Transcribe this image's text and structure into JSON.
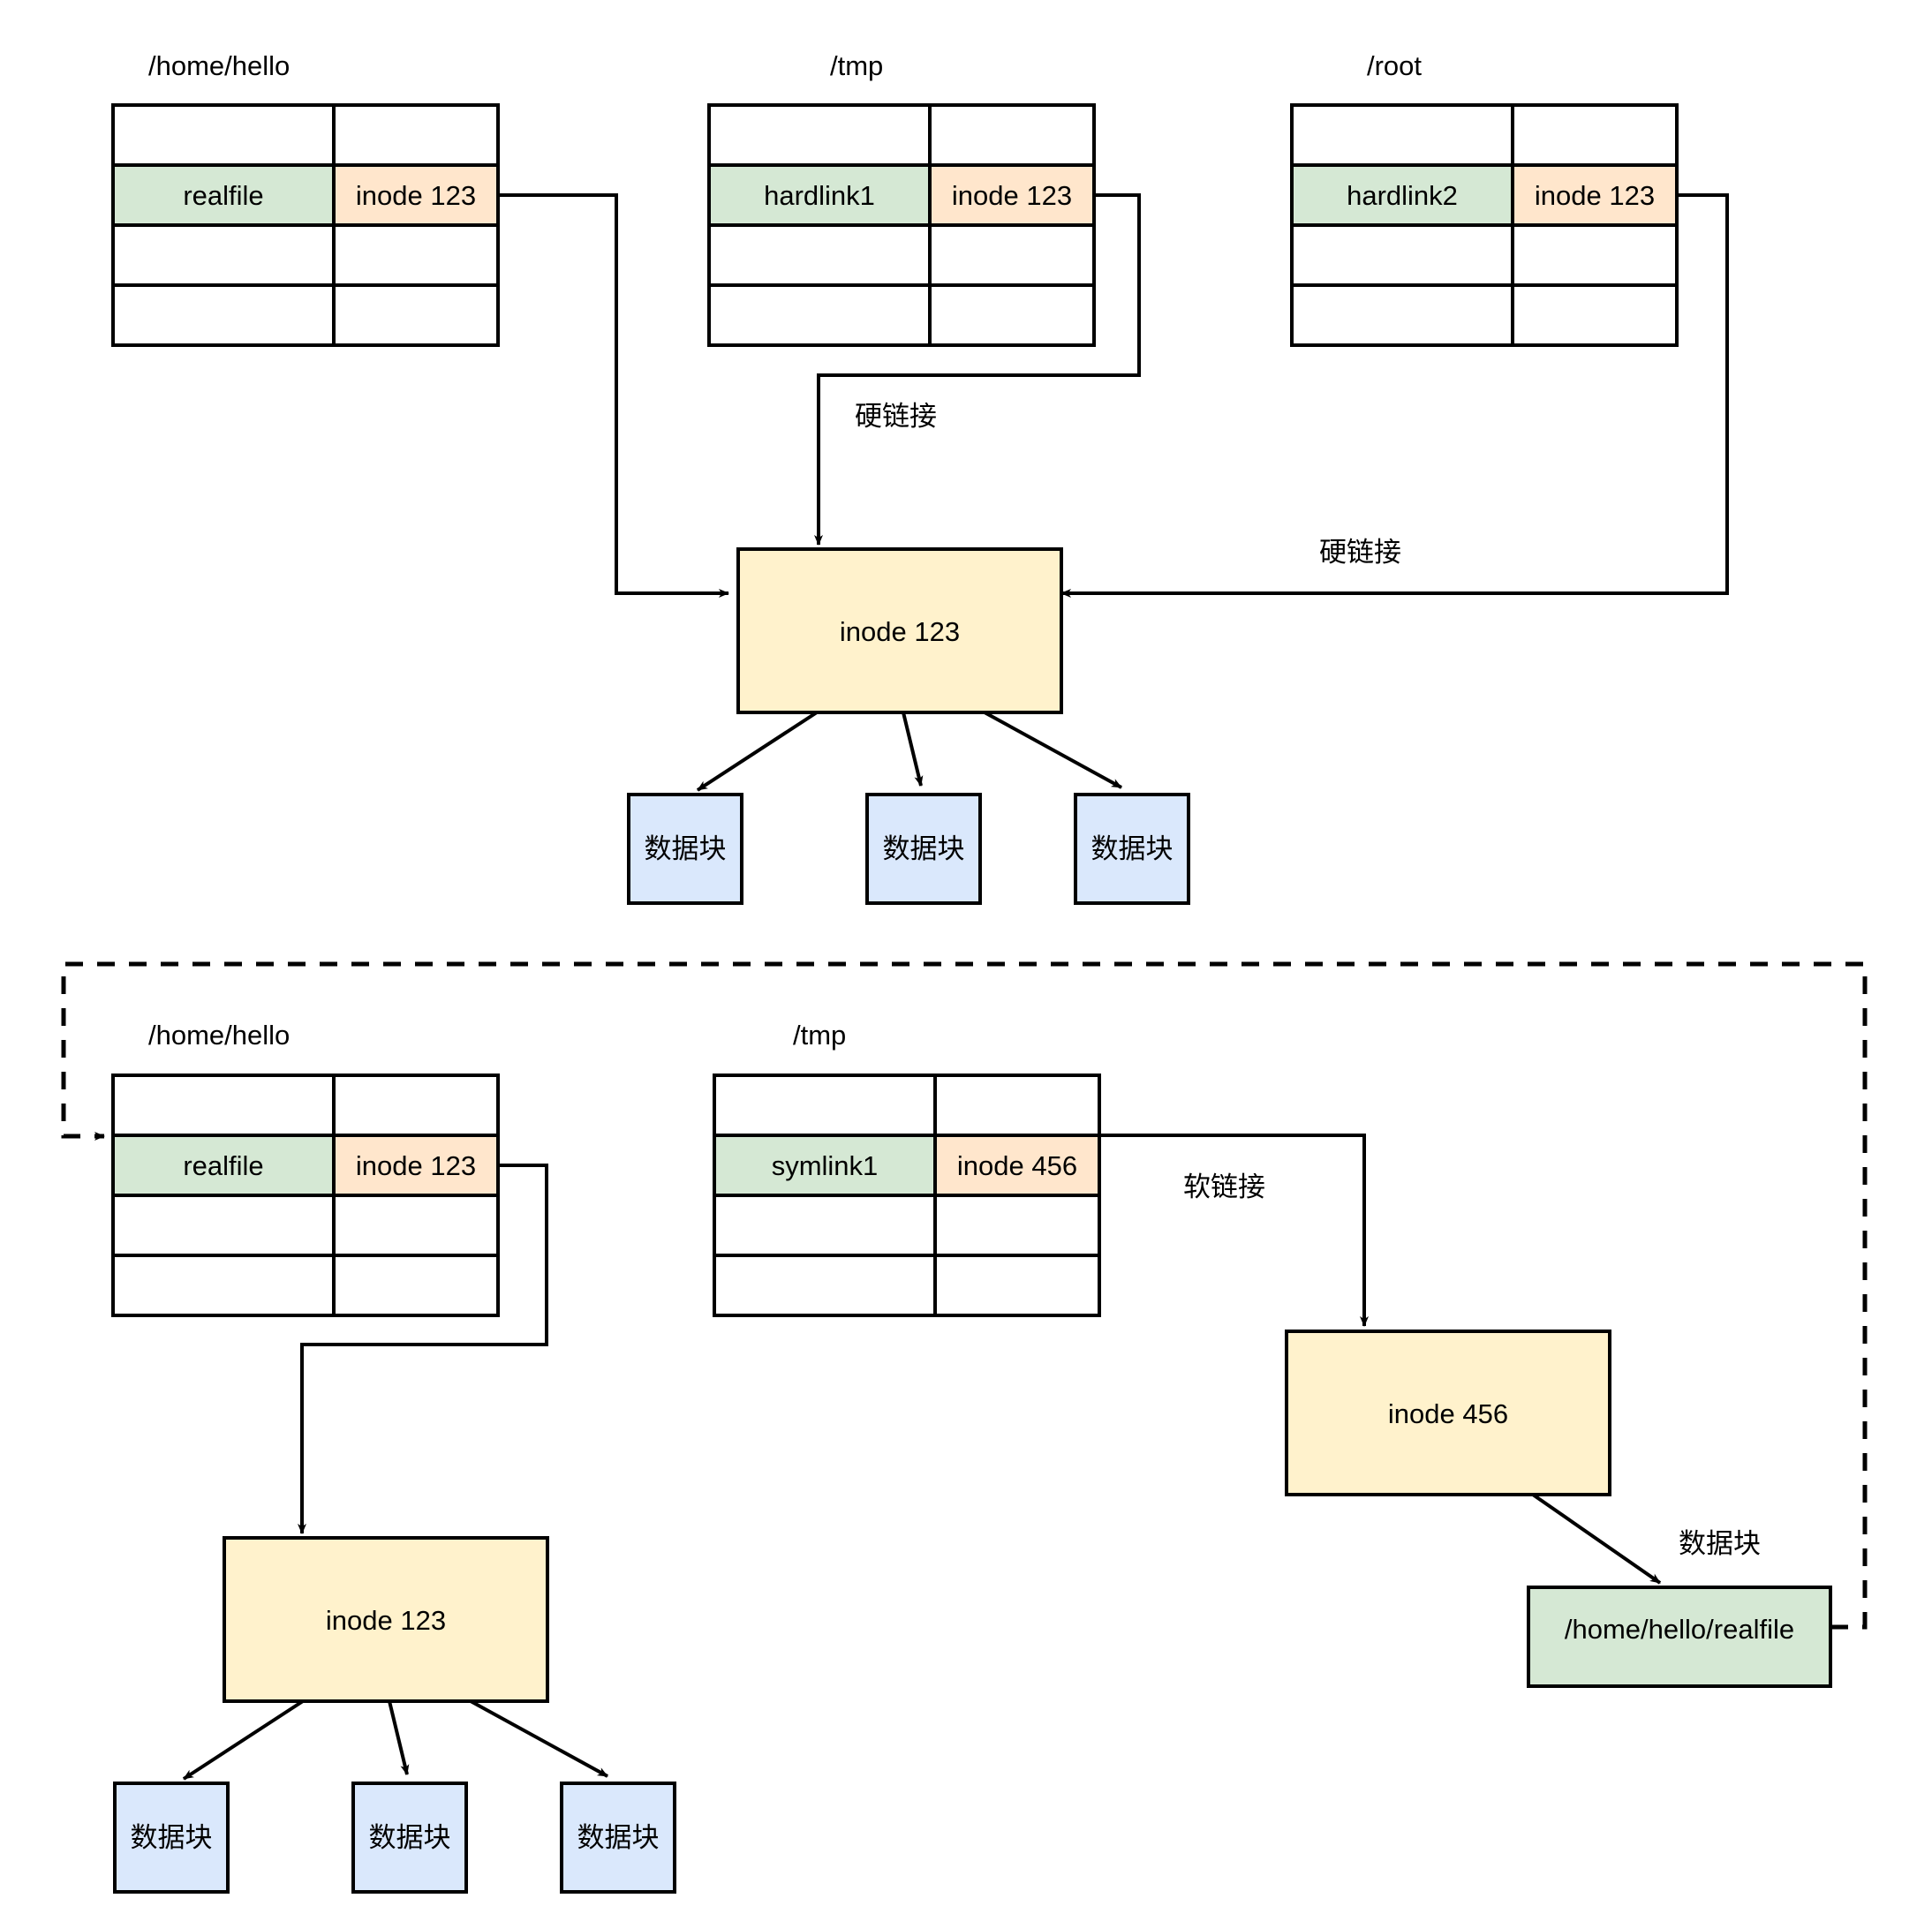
{
  "diagram": {
    "title_text": "",
    "colors": {
      "name_cell_green": "#d5e8d4",
      "inode_cell_yellow": "#ffe6cc",
      "inode_box_yellow": "#fff2cc",
      "data_block_blue": "#dae8fc",
      "target_box_green": "#d5e8d4",
      "line": "#000000",
      "cell_border": "#000000",
      "background": "#ffffff"
    },
    "hardlink_section": {
      "directories": [
        {
          "path_label": "/home/hello",
          "rows": [
            {
              "name": "",
              "inode": ""
            },
            {
              "name": "realfile",
              "inode": "inode 123",
              "highlighted": true
            },
            {
              "name": "",
              "inode": ""
            },
            {
              "name": "",
              "inode": ""
            }
          ]
        },
        {
          "path_label": "/tmp",
          "rows": [
            {
              "name": "",
              "inode": ""
            },
            {
              "name": "hardlink1",
              "inode": "inode 123",
              "highlighted": true
            },
            {
              "name": "",
              "inode": ""
            },
            {
              "name": "",
              "inode": ""
            }
          ]
        },
        {
          "path_label": "/root",
          "rows": [
            {
              "name": "",
              "inode": ""
            },
            {
              "name": "hardlink2",
              "inode": "inode 123",
              "highlighted": true
            },
            {
              "name": "",
              "inode": ""
            },
            {
              "name": "",
              "inode": ""
            }
          ]
        }
      ],
      "edge_labels": {
        "center": "硬链接",
        "right": "硬链接"
      },
      "inode_box": {
        "label": "inode 123"
      },
      "data_blocks": [
        {
          "label": "数据块"
        },
        {
          "label": "数据块"
        },
        {
          "label": "数据块"
        }
      ]
    },
    "symlink_section": {
      "directories": [
        {
          "path_label": "/home/hello",
          "rows": [
            {
              "name": "",
              "inode": ""
            },
            {
              "name": "realfile",
              "inode": "inode 123",
              "highlighted": true
            },
            {
              "name": "",
              "inode": ""
            },
            {
              "name": "",
              "inode": ""
            }
          ]
        },
        {
          "path_label": "/tmp",
          "rows": [
            {
              "name": "",
              "inode": ""
            },
            {
              "name": "symlink1",
              "inode": "inode 456",
              "highlighted": true
            },
            {
              "name": "",
              "inode": ""
            },
            {
              "name": "",
              "inode": ""
            }
          ]
        }
      ],
      "edge_labels": {
        "softlink": "软链接",
        "datablock": "数据块"
      },
      "inode_box_left": {
        "label": "inode 123"
      },
      "inode_box_right": {
        "label": "inode 456"
      },
      "target_path_box": {
        "label": "/home/hello/realfile"
      },
      "data_blocks": [
        {
          "label": "数据块"
        },
        {
          "label": "数据块"
        },
        {
          "label": "数据块"
        }
      ]
    }
  }
}
